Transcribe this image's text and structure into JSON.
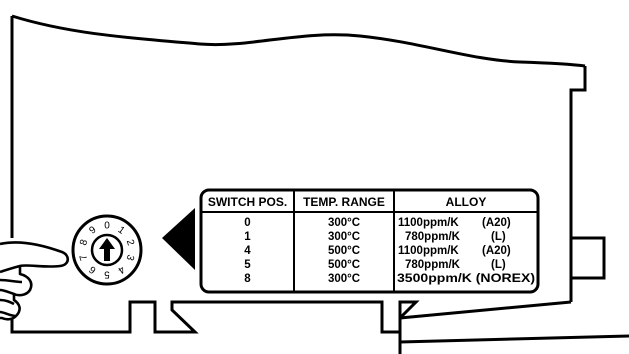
{
  "table": {
    "headers": [
      "SWITCH POS.",
      "TEMP. RANGE",
      "ALLOY"
    ],
    "rows": [
      {
        "pos": "0",
        "temp": "300°C",
        "alloy": "1100ppm/K",
        "code": "(A20)"
      },
      {
        "pos": "1",
        "temp": "300°C",
        "alloy": "780ppm/K",
        "code": "(L)"
      },
      {
        "pos": "4",
        "temp": "500°C",
        "alloy": "1100ppm/K",
        "code": "(A20)"
      },
      {
        "pos": "5",
        "temp": "500°C",
        "alloy": "780ppm/K",
        "code": "(L)"
      },
      {
        "pos": "8",
        "temp": "300°C",
        "alloy": "3500ppm/K (NOREX)",
        "code": ""
      }
    ]
  },
  "dial": {
    "digits": [
      "0",
      "1",
      "2",
      "3",
      "4",
      "5",
      "6",
      "7",
      "8",
      "9"
    ]
  },
  "colors": {
    "ink": "#000000",
    "paper": "#ffffff"
  }
}
